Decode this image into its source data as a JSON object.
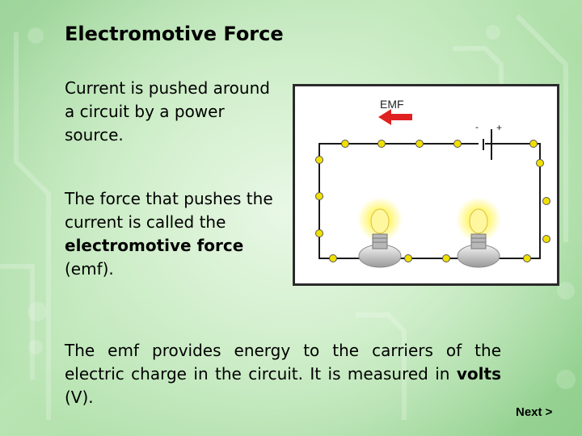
{
  "slide": {
    "title": "Electromotive Force",
    "para1": "Current is pushed around a circuit by a power source.",
    "para2_pre": "The force that pushes the current is called the ",
    "para2_bold": "electromotive force",
    "para2_post": " (emf).",
    "para3_pre": "The emf provides energy to the carriers of the electric charge in the circuit. It is measured in ",
    "para3_bold": "volts",
    "para3_post": " (V)."
  },
  "diagram": {
    "emf_label": "EMF",
    "battery_negative": "-",
    "battery_positive": "+",
    "arrow_color": "#e02020",
    "wire_color": "#1a1a1a",
    "node_color": "#f0e000",
    "bulb_glow_color": "#fff44a"
  },
  "nav": {
    "next_label": "Next >"
  }
}
